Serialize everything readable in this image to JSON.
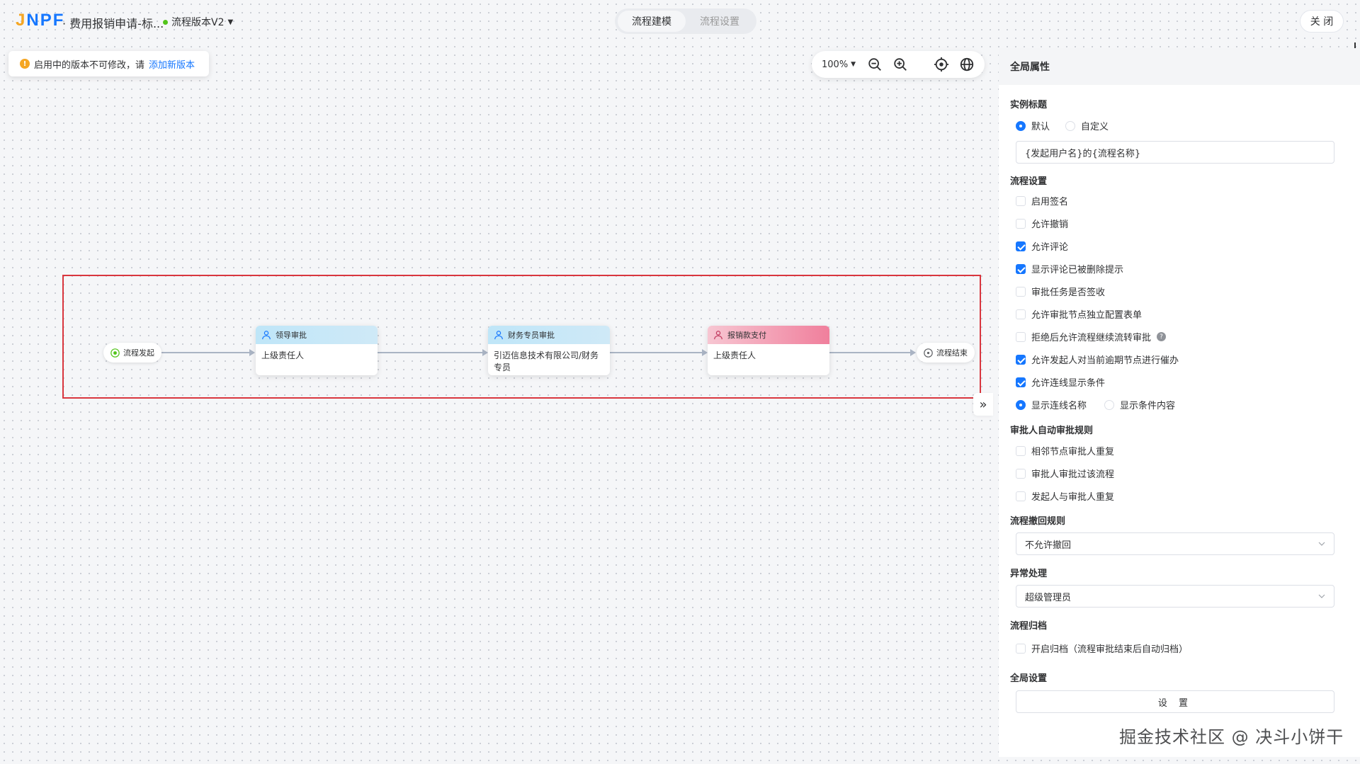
{
  "header": {
    "logo_j": "J",
    "logo_rest": "NPF",
    "title": "· 费用报销申请-标...",
    "version": "流程版本V2",
    "tabs": [
      {
        "label": "流程建模"
      },
      {
        "label": "流程设置"
      }
    ],
    "close_label": "关 闭"
  },
  "notice": {
    "text": "启用中的版本不可修改，请",
    "link": "添加新版本"
  },
  "toolbar": {
    "zoom": "100%"
  },
  "flow": {
    "start_label": "流程发起",
    "end_label": "流程结束",
    "nodes": [
      {
        "title": "领导审批",
        "content": "上级责任人"
      },
      {
        "title": "财务专员审批",
        "content": "引迈信息技术有限公司/财务专员"
      },
      {
        "title": "报销款支付",
        "content": "上级责任人"
      }
    ]
  },
  "panel": {
    "title": "全局属性",
    "instance_title": {
      "label": "实例标题",
      "options": [
        "默认",
        "自定义"
      ],
      "value": "{发起用户名}的{流程名称}"
    },
    "process_settings": {
      "label": "流程设置",
      "items": [
        {
          "label": "启用签名",
          "checked": false
        },
        {
          "label": "允许撤销",
          "checked": false
        },
        {
          "label": "允许评论",
          "checked": true
        },
        {
          "label": "显示评论已被删除提示",
          "checked": true
        },
        {
          "label": "审批任务是否签收",
          "checked": false
        },
        {
          "label": "允许审批节点独立配置表单",
          "checked": false
        },
        {
          "label": "拒绝后允许流程继续流转审批",
          "checked": false
        },
        {
          "label": "允许发起人对当前逾期节点进行催办",
          "checked": true
        },
        {
          "label": "允许连线显示条件",
          "checked": true
        }
      ],
      "line_display_options": [
        "显示连线名称",
        "显示条件内容"
      ]
    },
    "auto_approve": {
      "label": "审批人自动审批规则",
      "items": [
        "相邻节点审批人重复",
        "审批人审批过该流程",
        "发起人与审批人重复"
      ]
    },
    "revoke_rule": {
      "label": "流程撤回规则",
      "value": "不允许撤回"
    },
    "exception": {
      "label": "异常处理",
      "value": "超级管理员"
    },
    "archive": {
      "label": "流程归档",
      "item": "开启归档（流程审批结束后自动归档）"
    },
    "global": {
      "label": "全局设置",
      "button": "设 置"
    }
  },
  "watermark": "掘金技术社区 @ 决斗小饼干",
  "colors": {
    "primary": "#1677ff",
    "warning": "#f5a623",
    "highlight": "#d9363e",
    "node_blue": "#bfe6f8",
    "node_pink": "#f07f9c"
  }
}
